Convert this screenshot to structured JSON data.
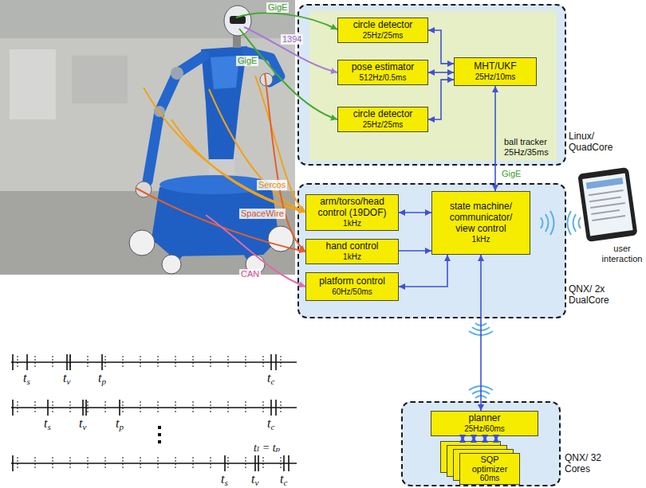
{
  "diagram": {
    "nodes": [
      {
        "text": [
          "Linux/ QuadCore"
        ]
      },
      {
        "text": [
          "ball tracker 25Hz/35ms"
        ],
        "in": 0
      },
      {
        "text": [
          "circle detector",
          "25Hz/25ms"
        ],
        "in": 1
      },
      {
        "text": [
          "pose estimator",
          "512Hz/0.5ms"
        ],
        "in": 1
      },
      {
        "text": [
          "circle detector",
          "25Hz/25ms"
        ],
        "in": 1
      },
      {
        "text": [
          "MHT/UKF",
          "25Hz/10ms"
        ],
        "in": 1
      },
      {
        "text": [
          "QNX/ 2x DualCore"
        ]
      },
      {
        "text": [
          "arm/torso/head control (19DOF)",
          "1kHz"
        ],
        "in": 6
      },
      {
        "text": [
          "hand control",
          "1kHz"
        ],
        "in": 6
      },
      {
        "text": [
          "platform control",
          "60Hz/50ms"
        ],
        "in": 6
      },
      {
        "text": [
          "state machine/ communicator/ view control",
          "1kHz"
        ],
        "in": 6
      },
      {
        "text": [
          "QNX/ 32 Cores"
        ]
      },
      {
        "text": [
          "planner",
          "25Hz/60ms"
        ],
        "in": 11
      },
      {
        "text": [
          "SQP optimizer",
          "60ms"
        ],
        "in": 11
      }
    ],
    "edges": [
      {
        "from": 2,
        "to": 5,
        "arrow": "both"
      },
      {
        "from": 3,
        "to": 5,
        "arrow": "both"
      },
      {
        "from": 4,
        "to": 5,
        "arrow": "both"
      },
      {
        "from": 5,
        "to": 10,
        "label": "GigE",
        "arrow": "both"
      },
      {
        "from": 7,
        "to": 10,
        "arrow": "both"
      },
      {
        "from": 8,
        "to": 10,
        "arrow": "to"
      },
      {
        "from": 9,
        "to": 10,
        "arrow": "both"
      },
      {
        "from": 10,
        "to": 12,
        "arrow": "both"
      },
      {
        "from": 12,
        "to": 13,
        "arrow": "both"
      },
      {
        "from": 12,
        "to": 13,
        "arrow": "both"
      },
      {
        "from": 12,
        "to": 13,
        "arrow": "both"
      },
      {
        "from": 12,
        "to": 13,
        "arrow": "both"
      }
    ],
    "labels": [
      "GigE",
      "1394",
      "GigE",
      "Sercos",
      "SpaceWire",
      "CAN",
      "user interaction",
      "ts",
      "tv",
      "tp",
      "tc",
      "ts",
      "tv",
      "tp",
      "tc",
      "tₗ = tₚ",
      "ts",
      "tv",
      "tc"
    ]
  }
}
